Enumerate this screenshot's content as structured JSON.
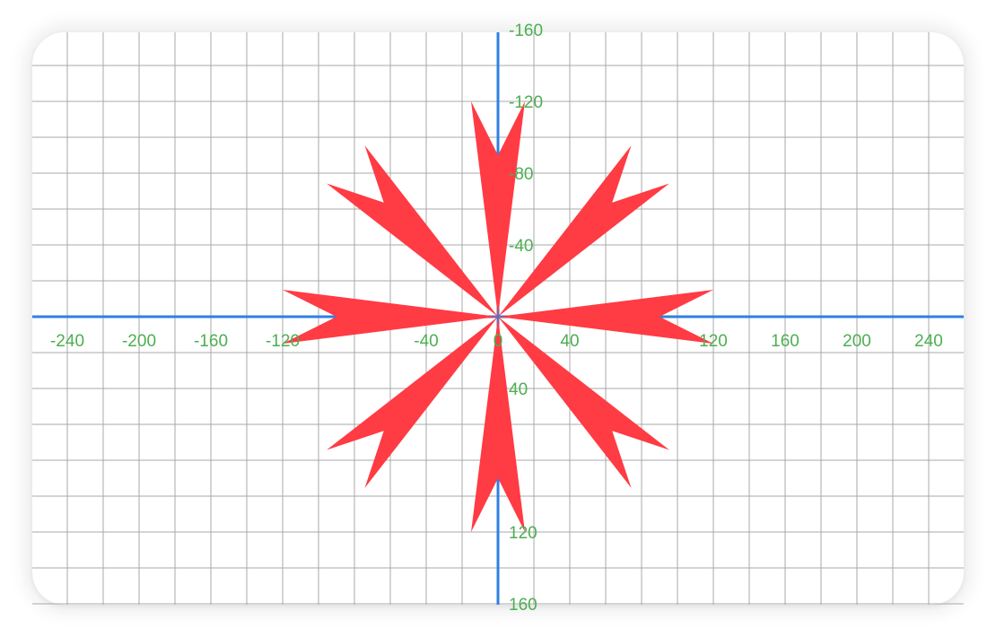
{
  "colors": {
    "grid": "#a8a8a8",
    "axis": "#2f80e0",
    "tick_label": "#4caf50",
    "shape": "#ff3b44",
    "background": "#ffffff"
  },
  "diagram": {
    "grid_step": 20,
    "x_ticks": [
      {
        "value": -240,
        "label": "-240"
      },
      {
        "value": -200,
        "label": "-200"
      },
      {
        "value": -160,
        "label": "-160"
      },
      {
        "value": -120,
        "label": "-120"
      },
      {
        "value": -40,
        "label": "-40"
      },
      {
        "value": 0,
        "label": "0"
      },
      {
        "value": 40,
        "label": "40"
      },
      {
        "value": 120,
        "label": "120"
      },
      {
        "value": 160,
        "label": "160"
      },
      {
        "value": 200,
        "label": "200"
      },
      {
        "value": 240,
        "label": "240"
      }
    ],
    "y_ticks": [
      {
        "value": -160,
        "label": "-160"
      },
      {
        "value": -120,
        "label": "-120"
      },
      {
        "value": -80,
        "label": "-80"
      },
      {
        "value": -40,
        "label": "-40"
      },
      {
        "value": 40,
        "label": "40"
      },
      {
        "value": 120,
        "label": "120"
      },
      {
        "value": 160,
        "label": "160"
      }
    ],
    "star": {
      "arrow_count": 8,
      "arrow_vertices": [
        [
          0,
          0
        ],
        [
          -15,
          -120
        ],
        [
          0,
          -90
        ],
        [
          15,
          -120
        ]
      ]
    }
  }
}
